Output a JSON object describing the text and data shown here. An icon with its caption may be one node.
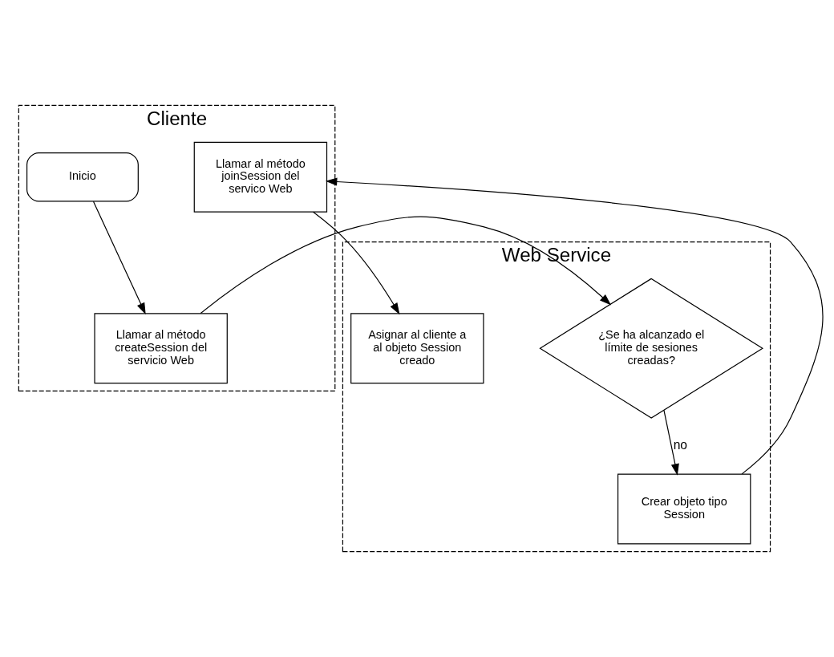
{
  "diagram": {
    "nodes": [
      {
        "text": [
          "Cliente"
        ]
      },
      {
        "text": [
          "Web Service"
        ]
      },
      {
        "text": [
          "Inicio"
        ],
        "in": 0
      },
      {
        "text": [
          "Llamar al método createSession del servicio Web"
        ],
        "in": 0
      },
      {
        "text": [
          "¿Se ha alcanzado el límite de sesiones creadas?"
        ],
        "in": 1
      },
      {
        "text": [
          "Crear objeto tipo Session"
        ],
        "in": 1
      },
      {
        "text": [
          "Llamar al método joinSession del servico Web"
        ],
        "in": 0
      },
      {
        "text": [
          "Asignar al cliente a al objeto Session creado"
        ],
        "in": 1
      }
    ],
    "edges": [
      {
        "from": 2,
        "to": 3,
        "arrow": "to"
      },
      {
        "from": 3,
        "to": 4,
        "arrow": "to"
      },
      {
        "from": 4,
        "to": 5,
        "arrow": "to",
        "label": "no"
      },
      {
        "from": 5,
        "to": 6,
        "arrow": "to"
      },
      {
        "from": 6,
        "to": 7,
        "arrow": "to"
      }
    ]
  }
}
